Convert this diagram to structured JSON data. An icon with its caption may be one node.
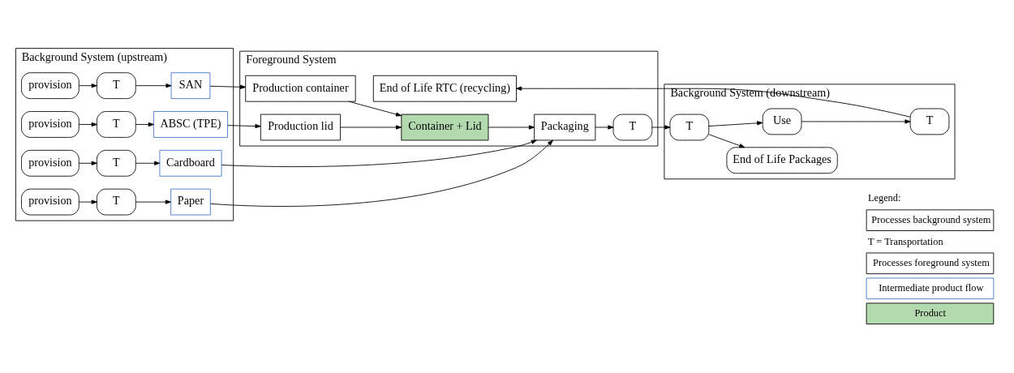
{
  "diagram": {
    "nodes": [
      {
        "text": [
          "Background System (upstream)"
        ]
      },
      {
        "text": [
          "provision"
        ],
        "in": 0
      },
      {
        "text": [
          "T"
        ],
        "in": 0
      },
      {
        "text": [
          "SAN"
        ],
        "in": 0
      },
      {
        "text": [
          "provision"
        ],
        "in": 0
      },
      {
        "text": [
          "T"
        ],
        "in": 0
      },
      {
        "text": [
          "ABSC (TPE)"
        ],
        "in": 0
      },
      {
        "text": [
          "provision"
        ],
        "in": 0
      },
      {
        "text": [
          "T"
        ],
        "in": 0
      },
      {
        "text": [
          "Cardboard"
        ],
        "in": 0
      },
      {
        "text": [
          "provision"
        ],
        "in": 0
      },
      {
        "text": [
          "T"
        ],
        "in": 0
      },
      {
        "text": [
          "Paper"
        ],
        "in": 0
      },
      {
        "text": [
          "Foreground System"
        ]
      },
      {
        "text": [
          "Production container"
        ],
        "in": 13
      },
      {
        "text": [
          "Production lid"
        ],
        "in": 13
      },
      {
        "text": [
          "Container + Lid"
        ],
        "in": 13
      },
      {
        "text": [
          "Packaging"
        ],
        "in": 13
      },
      {
        "text": [
          "T"
        ],
        "in": 13
      },
      {
        "text": [
          "Background System (downstream)"
        ]
      },
      {
        "text": [
          "T"
        ],
        "in": 19
      },
      {
        "text": [
          "End of Life Packages"
        ],
        "in": 19
      },
      {
        "text": [
          "Use"
        ],
        "in": 19
      },
      {
        "text": [
          "T"
        ],
        "in": 19
      },
      {
        "text": [
          "End of Life RTC (recycling)"
        ],
        "in": 13
      }
    ],
    "edges": [
      {
        "from": 1,
        "to": 2,
        "arrow": "to"
      },
      {
        "from": 2,
        "to": 3,
        "arrow": "to"
      },
      {
        "from": 4,
        "to": 5,
        "arrow": "to"
      },
      {
        "from": 5,
        "to": 6,
        "arrow": "to"
      },
      {
        "from": 7,
        "to": 8,
        "arrow": "to"
      },
      {
        "from": 8,
        "to": 9,
        "arrow": "to"
      },
      {
        "from": 10,
        "to": 11,
        "arrow": "to"
      },
      {
        "from": 11,
        "to": 12,
        "arrow": "to"
      },
      {
        "from": 3,
        "to": 14,
        "arrow": "to"
      },
      {
        "from": 6,
        "to": 15,
        "arrow": "to"
      },
      {
        "from": 14,
        "to": 16,
        "arrow": "to"
      },
      {
        "from": 15,
        "to": 16,
        "arrow": "to"
      },
      {
        "from": 16,
        "to": 17,
        "arrow": "to"
      },
      {
        "from": 9,
        "to": 17,
        "arrow": "to"
      },
      {
        "from": 12,
        "to": 17,
        "arrow": "to"
      },
      {
        "from": 17,
        "to": 18,
        "arrow": "to"
      },
      {
        "from": 18,
        "to": 20,
        "arrow": "to"
      },
      {
        "from": 20,
        "to": 21,
        "arrow": "to"
      },
      {
        "from": 20,
        "to": 22,
        "arrow": "to"
      },
      {
        "from": 22,
        "to": 23,
        "arrow": "to"
      },
      {
        "from": 23,
        "to": 24,
        "arrow": "to"
      }
    ],
    "labels": [
      "Legend:",
      "T = Transportation"
    ],
    "legend": [
      {
        "text": "Processes background system"
      },
      {
        "text": "Processes foreground system"
      },
      {
        "text": "Intermediate product flow"
      },
      {
        "text": "Product",
        "color": "#b3d9ae"
      }
    ]
  }
}
